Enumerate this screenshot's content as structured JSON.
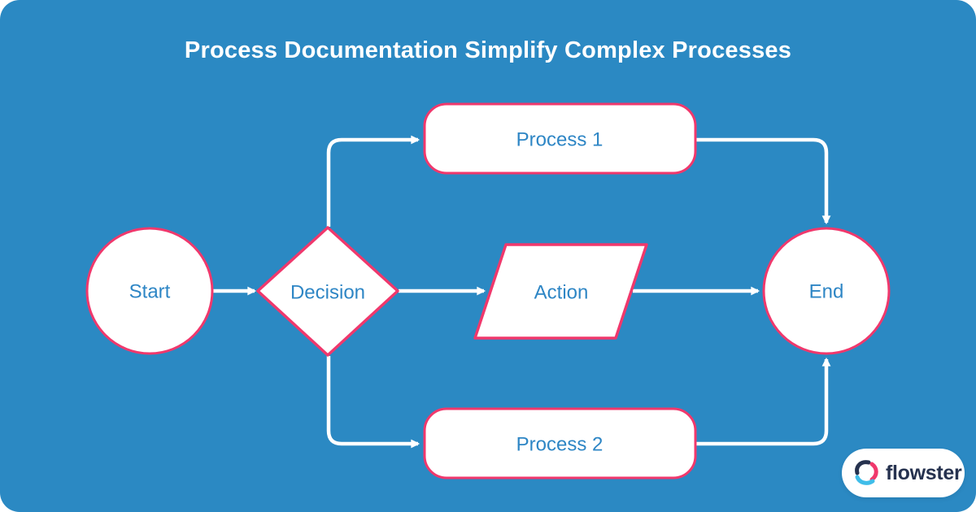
{
  "title": "Process Documentation Simplify Complex Processes",
  "flowchart": {
    "nodes": [
      {
        "id": "start",
        "type": "circle",
        "label": "Start"
      },
      {
        "id": "decision",
        "type": "diamond",
        "label": "Decision"
      },
      {
        "id": "process1",
        "type": "rounded-rectangle",
        "label": "Process 1"
      },
      {
        "id": "action",
        "type": "parallelogram",
        "label": "Action"
      },
      {
        "id": "process2",
        "type": "rounded-rectangle",
        "label": "Process 2"
      },
      {
        "id": "end",
        "type": "circle",
        "label": "End"
      }
    ],
    "edges": [
      {
        "from": "start",
        "to": "decision"
      },
      {
        "from": "decision",
        "to": "process1"
      },
      {
        "from": "decision",
        "to": "action"
      },
      {
        "from": "decision",
        "to": "process2"
      },
      {
        "from": "process1",
        "to": "end"
      },
      {
        "from": "action",
        "to": "end"
      },
      {
        "from": "process2",
        "to": "end"
      }
    ]
  },
  "logo": {
    "brand": "flowster",
    "icon": "flowster-triangle-knot-icon"
  },
  "colors": {
    "canvas_background": "#2B89C3",
    "shape_fill": "#FFFFFF",
    "shape_border": "#F0386C",
    "node_label_text": "#2E86C5",
    "title_text": "#FFFFFF",
    "connector": "#FFFFFF",
    "brand_text": "#26324F",
    "logo_navy": "#26324F",
    "logo_pink": "#F0386C",
    "logo_cyan": "#3FBDE9"
  }
}
